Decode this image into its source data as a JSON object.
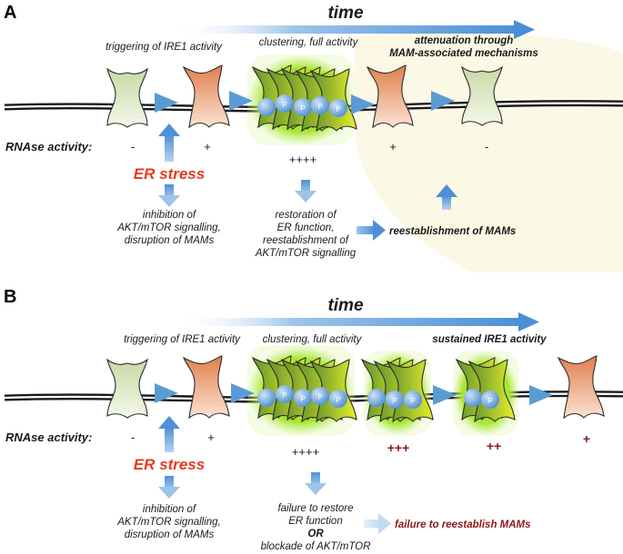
{
  "panel_a": {
    "letter": "A",
    "time_label": "time",
    "stage_labels": {
      "trigger": "triggering of IRE1 activity",
      "cluster": "clustering, full activity",
      "attenuation_1": "attenuation through",
      "attenuation_2": "MAM-associated mechanisms"
    },
    "rnase_label": "RNAse activity:",
    "activity": [
      "-",
      "+",
      "++++",
      "+",
      "-"
    ],
    "er_stress": "ER stress",
    "phospho": "P",
    "effects": {
      "inhibition": [
        "inhibition of",
        "AKT/mTOR signalling,",
        "disruption of MAMs"
      ],
      "restoration": [
        "restoration of",
        "ER function,",
        "reestablishment of",
        "AKT/mTOR signalling"
      ],
      "outcome": "reestablishment of MAMs"
    }
  },
  "panel_b": {
    "letter": "B",
    "time_label": "time",
    "stage_labels": {
      "trigger": "triggering of IRE1 activity",
      "cluster": "clustering, full activity",
      "sustained": "sustained IRE1 activity"
    },
    "rnase_label": "RNAse activity:",
    "activity": [
      "-",
      "+",
      "++++",
      "+++",
      "++",
      "+"
    ],
    "er_stress": "ER stress",
    "phospho": "P",
    "effects": {
      "inhibition": [
        "inhibition of",
        "AKT/mTOR signalling,",
        "disruption of MAMs"
      ],
      "failure": [
        "failure to restore",
        "ER function"
      ],
      "or_word": "OR",
      "blockade": "blockade of AKT/mTOR",
      "outcome": "failure to reestablish MAMs"
    }
  },
  "colors": {
    "inactive_fill": "#dfe8c9",
    "active_fill": "#e8976b",
    "cluster_glow": "#9fe22a",
    "phospho_fill": "#5b9bd5",
    "arrow_blue": "#5b9bd5",
    "er_stress_red": "#e8391e",
    "dark_red": "#8b1a1a",
    "attenuation_bg": "#fbf8e6"
  }
}
